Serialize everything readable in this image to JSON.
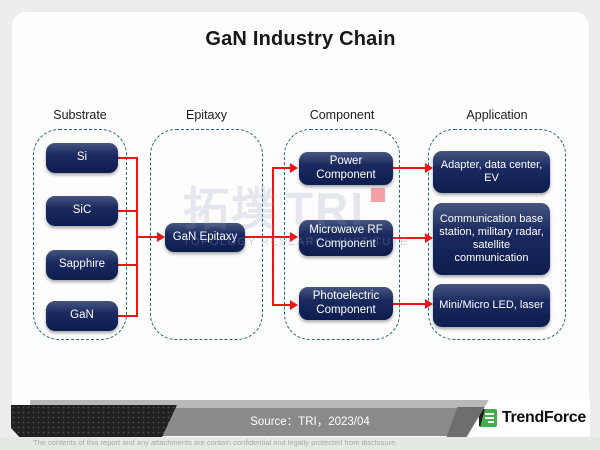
{
  "title": "GaN Industry Chain",
  "columns": [
    {
      "label": "Substrate",
      "boxes": [
        "Si",
        "SiC",
        "Sapphire",
        "GaN"
      ]
    },
    {
      "label": "Epitaxy",
      "boxes": [
        "GaN Epitaxy"
      ]
    },
    {
      "label": "Component",
      "boxes": [
        "Power Component",
        "Microwave RF Component",
        "Photoelectric Component"
      ]
    },
    {
      "label": "Application",
      "boxes": [
        "Adapter, data center, EV",
        "Communication base station, military radar, satellite communication",
        "Mini/Micro LED, laser"
      ]
    }
  ],
  "watermark": {
    "cjk": "拓墣",
    "latin": "TRI",
    "subtitle": "TOPOLOGY RESEARCH INSTITUTE"
  },
  "footer": {
    "source": "Source：TRI，2023/04",
    "brand": "TrendForce",
    "disclaimer": "The contents of this report and any attachments are contain confidential and legally protected from disclosure."
  },
  "colors": {
    "box_navy": "#16265c",
    "arrow_red": "#ee1515",
    "dash_teal": "#1f6b7a",
    "bar_gray": "#8a8a8a",
    "brand_green": "#3cb14c",
    "background": "#ededed"
  }
}
